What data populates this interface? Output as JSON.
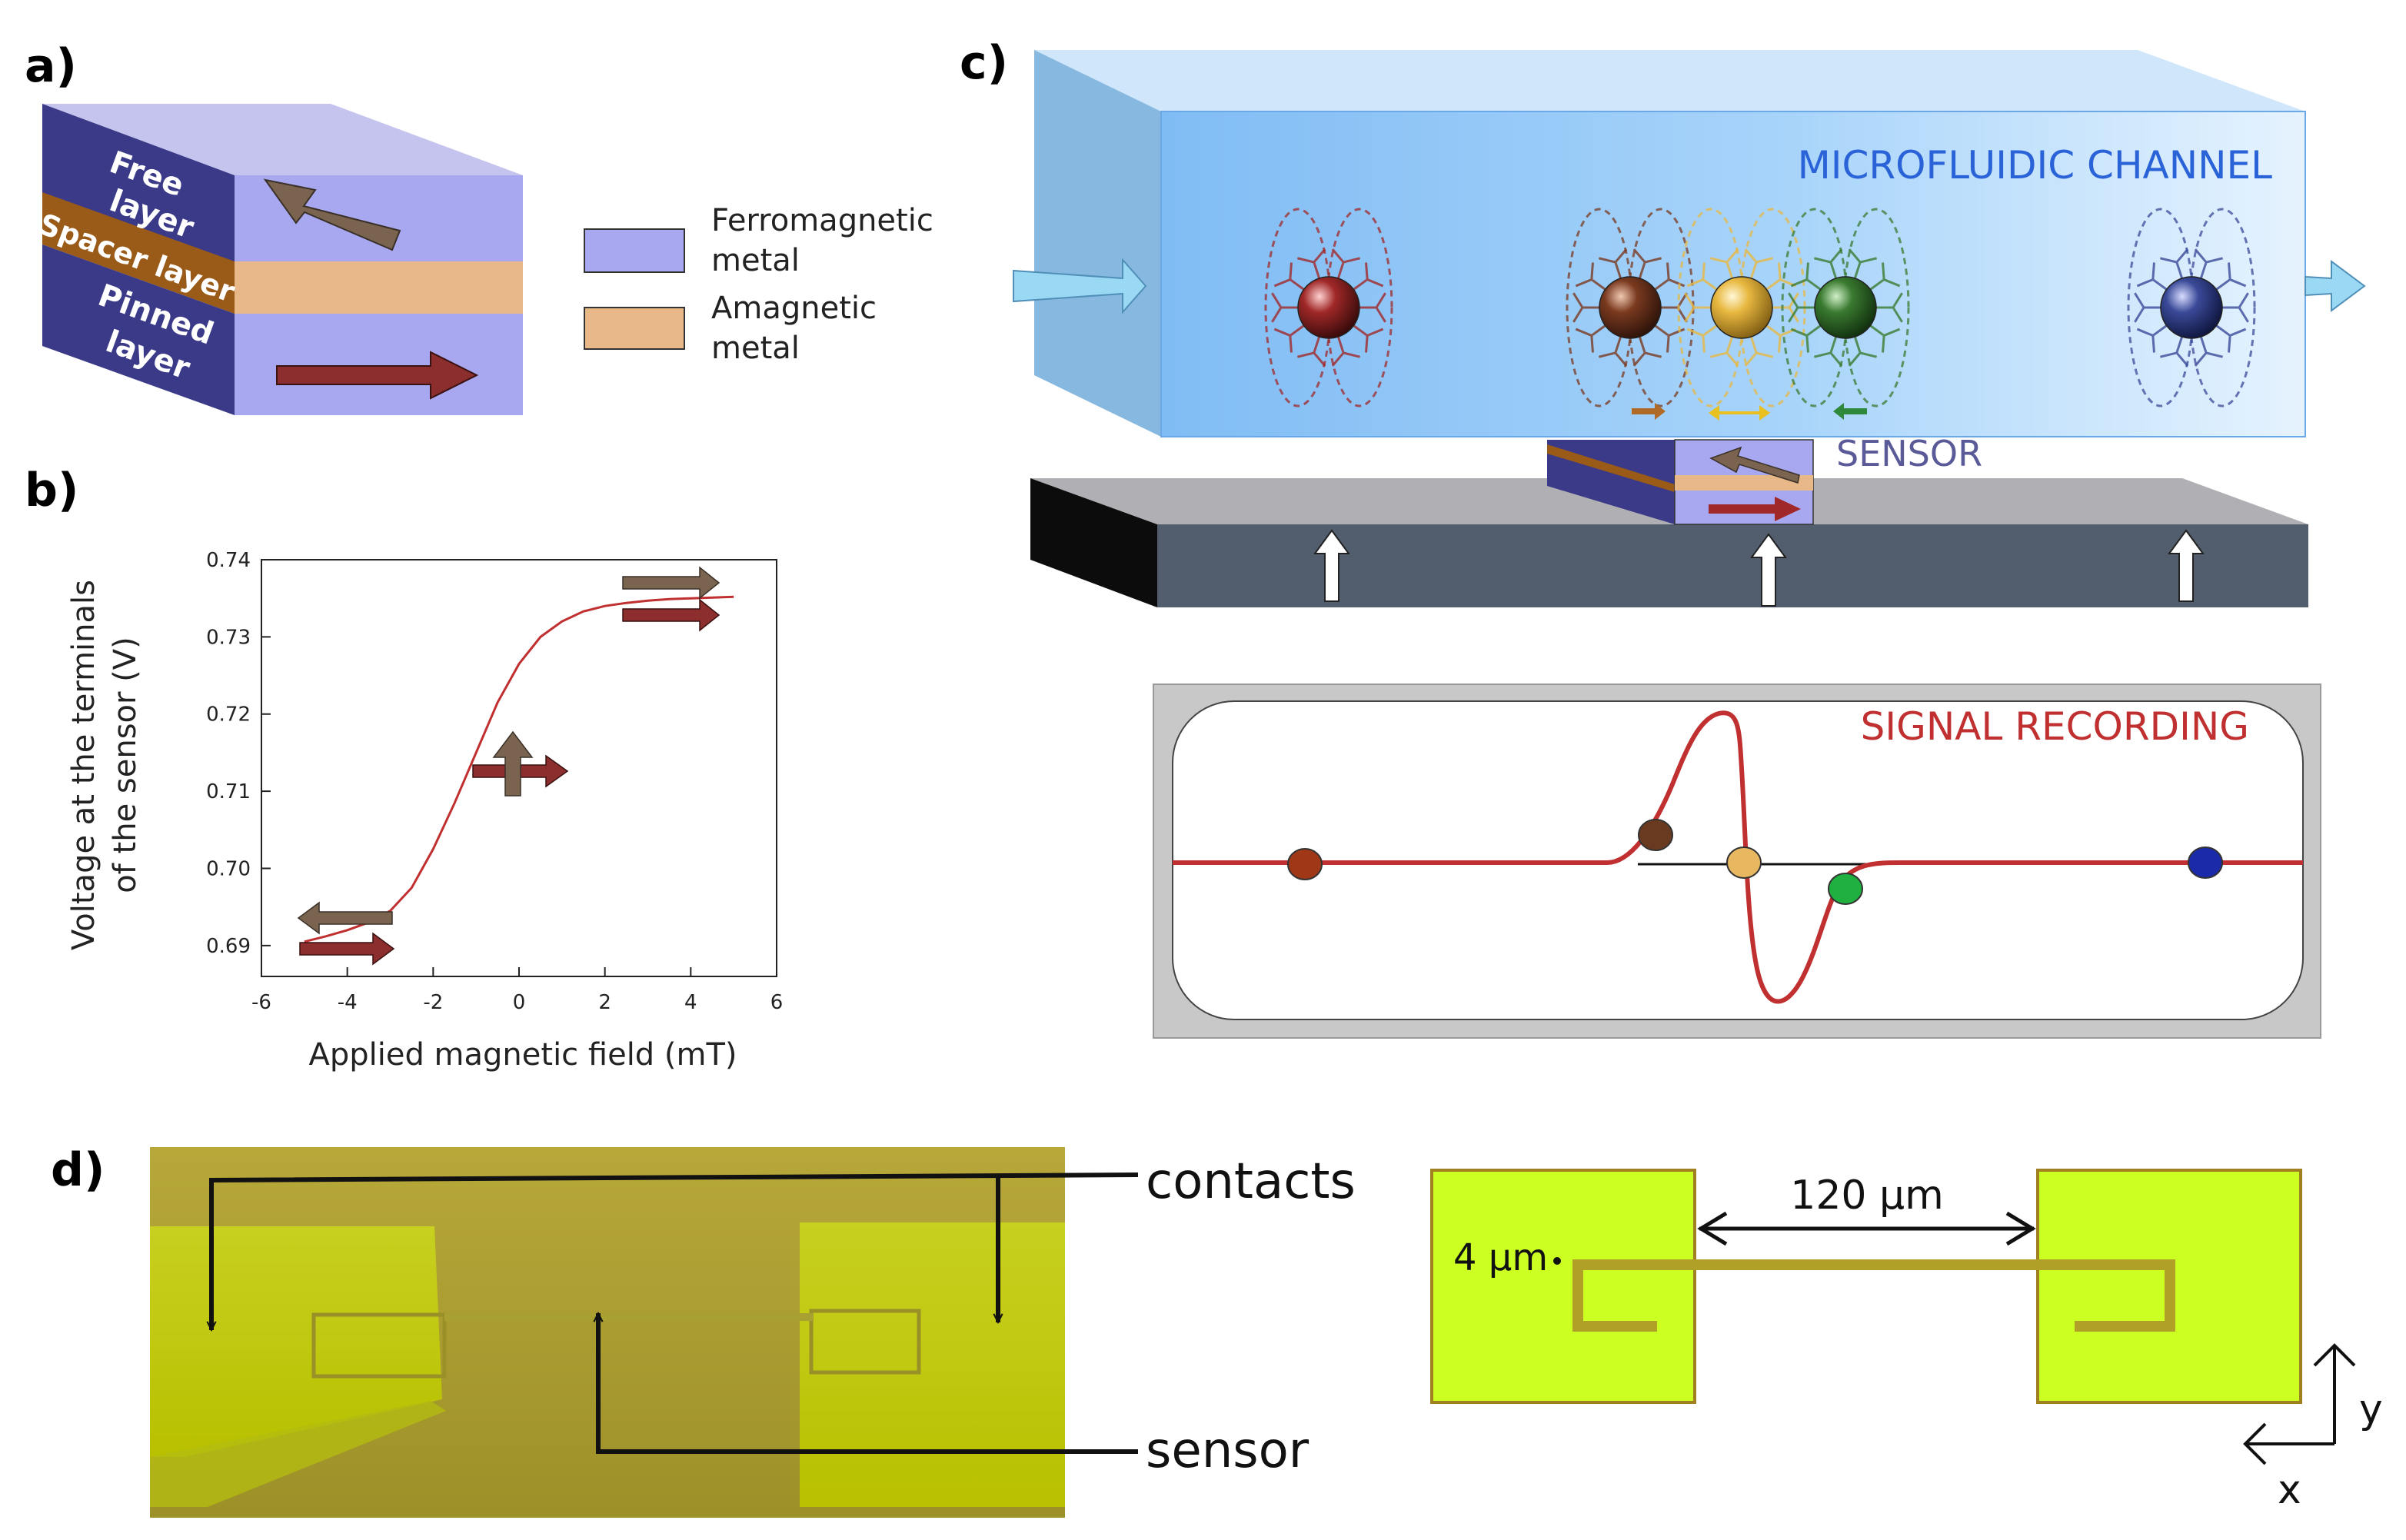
{
  "colors": {
    "ferromagnetic": "#a8a8f0",
    "amagnetic": "#e8b888",
    "block_dark": "#3a3a88",
    "spacer_dark": "#9a5a18",
    "arrow_brown": "#7a6450",
    "arrow_red": "#8c2e2e",
    "curve_red": "#c03030",
    "channel_blue": "#2a62d8",
    "sensor_label": "#5a5a98",
    "contact_yellow": "#ccff22",
    "contact_edge": "#a08020"
  },
  "panel_a": {
    "letter": "a)",
    "free_layer": [
      "Free",
      "layer"
    ],
    "spacer_layer": "Spacer layer",
    "pinned_layer": [
      "Pinned",
      "layer"
    ],
    "legend": [
      {
        "label": [
          "Ferromagnetic",
          "metal"
        ],
        "color": "#a8a8f0"
      },
      {
        "label": [
          "Amagnetic",
          "metal"
        ],
        "color": "#e8b888"
      }
    ]
  },
  "panel_b": {
    "letter": "b)",
    "chart_data": {
      "type": "line",
      "xlabel": "Applied magnetic field (mT)",
      "ylabel": [
        "Voltage at the terminals",
        "of the sensor (V)"
      ],
      "xlim": [
        -6,
        6
      ],
      "ylim": [
        0.686,
        0.74
      ],
      "xticks": [
        "-6",
        "-4",
        "-2",
        "0",
        "2",
        "4",
        "6"
      ],
      "yticks": [
        "0.69",
        "0.70",
        "0.71",
        "0.72",
        "0.73",
        "0.74"
      ],
      "series": [
        {
          "x": [
            -5,
            -4.5,
            -4,
            -3.5,
            -3,
            -2.5,
            -2,
            -1.5,
            -1,
            -0.5,
            0,
            0.5,
            1,
            1.5,
            2,
            2.5,
            3,
            3.5,
            4,
            4.5,
            5
          ],
          "y": [
            0.6905,
            0.6912,
            0.692,
            0.693,
            0.6945,
            0.6975,
            0.7025,
            0.7085,
            0.715,
            0.7215,
            0.7265,
            0.73,
            0.732,
            0.7333,
            0.734,
            0.7344,
            0.7347,
            0.7349,
            0.735,
            0.7351,
            0.7352
          ]
        }
      ],
      "grid": false
    }
  },
  "panel_c": {
    "letter": "c)",
    "channel_label": "MICROFLUIDIC CHANNEL",
    "sensor_label": "SENSOR",
    "signal_label": "SIGNAL RECORDING",
    "particles": [
      {
        "color": "#a02828"
      },
      {
        "color": "#7a3a20"
      },
      {
        "color": "#e8b840"
      },
      {
        "color": "#3a7a30"
      },
      {
        "color": "#3a4a98"
      }
    ],
    "signal_dots": [
      {
        "color": "#a03818"
      },
      {
        "color": "#6a3a20"
      },
      {
        "color": "#e8b860"
      },
      {
        "color": "#20b040"
      },
      {
        "color": "#1a2aa8"
      }
    ]
  },
  "panel_d": {
    "letter": "d)",
    "contacts_label": "contacts",
    "sensor_label": "sensor",
    "distance_label": "120 µm",
    "width_label": "4 µm",
    "axis_x": "x",
    "axis_y": "y"
  }
}
